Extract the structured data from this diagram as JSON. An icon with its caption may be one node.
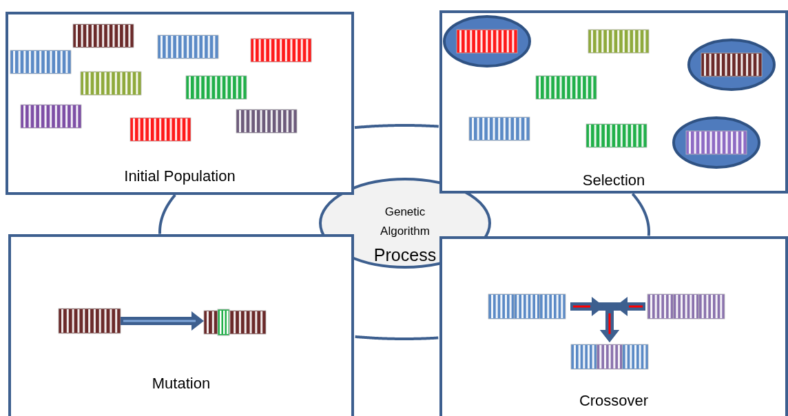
{
  "diagram": {
    "nodes": [
      {
        "text": [
          "Initial Population"
        ]
      },
      {
        "text": [
          "Selection"
        ]
      },
      {
        "text": [
          "Genetic Algorithm",
          "Process"
        ]
      },
      {
        "text": [
          "Mutation"
        ]
      },
      {
        "text": [
          "Crossover"
        ]
      },
      {
        "text": [],
        "shape": "bar",
        "in": 3
      },
      {
        "text": [],
        "shape": "bar",
        "in": 3
      },
      {
        "text": [],
        "shape": "bar",
        "in": 4
      },
      {
        "text": [],
        "shape": "bar",
        "in": 4
      },
      {
        "text": [],
        "shape": "bar",
        "in": 4
      }
    ],
    "edges": [
      {
        "from": 0,
        "to": 1,
        "arrow": "none"
      },
      {
        "from": 1,
        "to": 4,
        "arrow": "none"
      },
      {
        "from": 4,
        "to": 3,
        "arrow": "none"
      },
      {
        "from": 3,
        "to": 0,
        "arrow": "none"
      },
      {
        "from": 5,
        "to": 6,
        "arrow": "to",
        "style": "thick"
      },
      {
        "from": 7,
        "to": 9,
        "arrow": "to",
        "style": "thick"
      },
      {
        "from": 8,
        "to": 9,
        "arrow": "to",
        "style": "thick"
      }
    ]
  }
}
